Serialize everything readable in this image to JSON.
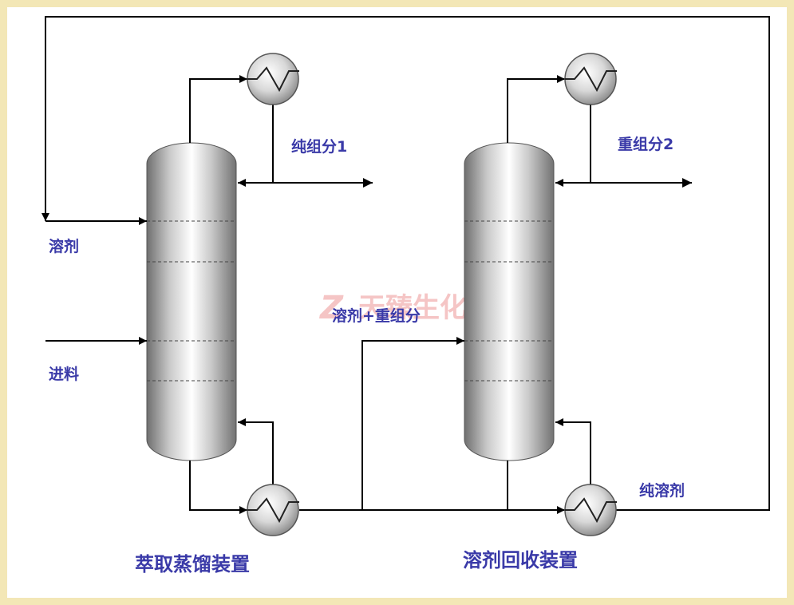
{
  "units": {
    "extraction": {
      "title": "萃取蒸馏装置",
      "feed_solvent": "溶剂",
      "feed": "进料",
      "top_product": "纯组分1"
    },
    "recovery": {
      "title": "溶剂回收装置",
      "feed": "溶剂+重组分",
      "top_product": "重组分2",
      "bottom_product": "纯溶剂"
    }
  },
  "watermark": {
    "logo": "Z",
    "text": "天臻生化"
  },
  "colors": {
    "background": "#f3e7b6",
    "label": "#3a3aa8",
    "watermark": "#f0a0a0"
  }
}
